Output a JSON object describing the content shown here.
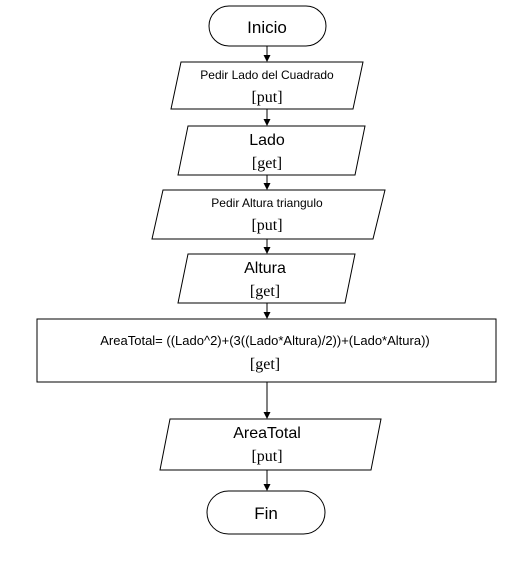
{
  "flowchart": {
    "start": {
      "label": "Inicio"
    },
    "steps": [
      {
        "label": "Pedir Lado del Cuadrado",
        "tag": "[put]"
      },
      {
        "label": "Lado",
        "tag": "[get]"
      },
      {
        "label": "Pedir Altura triangulo",
        "tag": "[put]"
      },
      {
        "label": "Altura",
        "tag": "[get]"
      },
      {
        "label": "AreaTotal= ((Lado^2)+(3((Lado*Altura)/2))+(Lado*Altura))",
        "tag": "[get]"
      },
      {
        "label": "AreaTotal",
        "tag": "[put]"
      }
    ],
    "end": {
      "label": "Fin"
    }
  }
}
